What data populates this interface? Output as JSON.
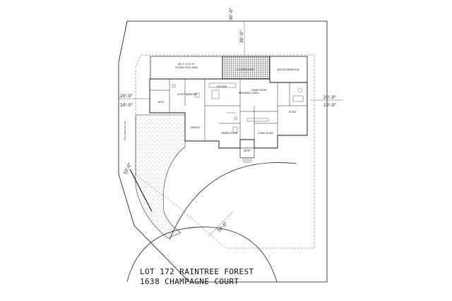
{
  "labels": {
    "top_setback": "30'-0\"",
    "left_setback_upper": "20'-0\"",
    "left_setback_lower": "10'-0\"",
    "right_setback_upper": "20'-0\"",
    "right_setback_lower": "10'-0\"",
    "front_left_setback": "10'-0\"",
    "front_setback": "30'-0\"",
    "pool_dimensions": "48'-0\" X 19'-6\"",
    "pool_area": "FUTURE POOL AREA",
    "retaining_wall": "RET. RETAINING WALL",
    "room_guest_bedroom": "GUEST BEDROOM",
    "room_kitchen": "KITCHEN",
    "room_breakfast": "BREAKFAST AREA",
    "room_family": "FAMILY ROOM",
    "room_master_bedroom": "MASTER BEDROOM",
    "room_covered_patio": "COVERED PATIO",
    "room_dining": "DINING ROOM",
    "room_entry": "ENTRY",
    "room_living": "LIVING ROOM",
    "room_study": "STUDY",
    "room_garage": "GARAGE",
    "room_patio": "PATIO"
  },
  "title": {
    "line1": "LOT 172 RAINTREE FOREST",
    "line2": "1638 CHAMPAGNE COURT"
  }
}
